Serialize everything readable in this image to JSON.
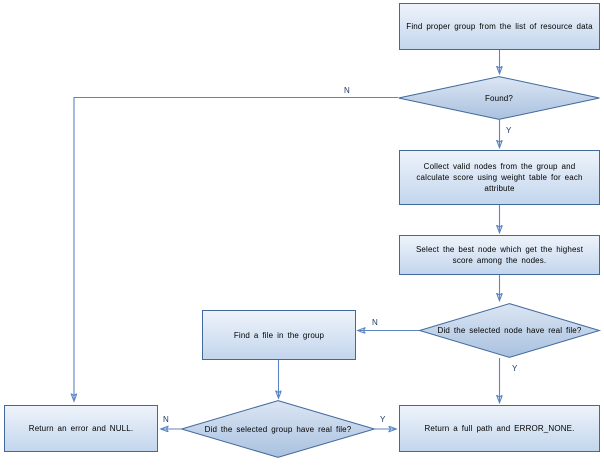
{
  "diagram": {
    "type": "flowchart",
    "title_text": "",
    "colors": {
      "box_border": "#41699B",
      "box_fill_top": "#eef3fa",
      "box_fill_bottom": "#c3d6ed",
      "diamond_border": "#41699B",
      "diamond_fill_top": "#dbe5f3",
      "diamond_fill_bottom": "#a8c0de",
      "connector": "#5B85C2",
      "text": "#000000",
      "background": "#ffffff"
    },
    "nodes": [
      {
        "id": "find-group",
        "shape": "process",
        "text": "Find proper group from the list of resource data"
      },
      {
        "id": "found",
        "shape": "decision",
        "text": "Found?"
      },
      {
        "id": "collect-nodes",
        "shape": "process",
        "text": "Collect valid nodes from the group and calculate score using weight table for each attribute"
      },
      {
        "id": "select-best-node",
        "shape": "process",
        "text": "Select the best node which get the highest score among the nodes."
      },
      {
        "id": "node-has-file",
        "shape": "decision",
        "text": "Did the selected node have real file?"
      },
      {
        "id": "find-file",
        "shape": "process",
        "text": "Find a file in the group"
      },
      {
        "id": "group-has-file",
        "shape": "decision",
        "text": "Did the selected group have real file?"
      },
      {
        "id": "return-error",
        "shape": "process",
        "text": "Return an error and NULL."
      },
      {
        "id": "return-success",
        "shape": "process",
        "text": "Return a full path and ERROR_NONE."
      }
    ],
    "edge_labels": {
      "found_no": "N",
      "found_yes": "Y",
      "node_has_file_no": "N",
      "node_has_file_yes": "Y",
      "group_has_file_no": "N",
      "group_has_file_yes": "Y"
    }
  }
}
